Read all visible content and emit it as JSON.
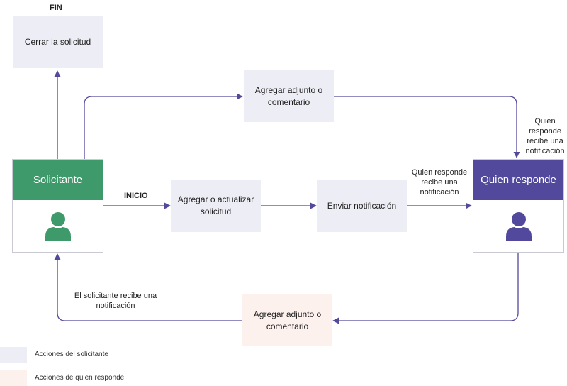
{
  "fin_label": "FIN",
  "inicio_label": "INICIO",
  "nodes": {
    "close_request": "Cerrar la solicitud",
    "add_attachment_top": "Agregar adjunto o comentario",
    "add_update_request": "Agregar o actualizar solicitud",
    "send_notification": "Enviar notificación",
    "add_attachment_bottom": "Agregar adjunto o comentario"
  },
  "actors": {
    "requester": {
      "title": "Solicitante",
      "color": "#3f9a6b"
    },
    "responder": {
      "title": "Quien responde",
      "color": "#52499c"
    }
  },
  "edge_labels": {
    "responder_notified_right": "Quien responde recibe una notificación",
    "responder_notified_middle": "Quien responde recibe una notificación",
    "requester_notified": "El solicitante recibe una notificación"
  },
  "legend": {
    "requester_actions": "Acciones del solicitante",
    "responder_actions": "Acciones de quien responde"
  },
  "colors": {
    "arrow": "#52499c",
    "requester_action_bg": "#ededf5",
    "responder_action_bg": "#fdf1ee"
  }
}
